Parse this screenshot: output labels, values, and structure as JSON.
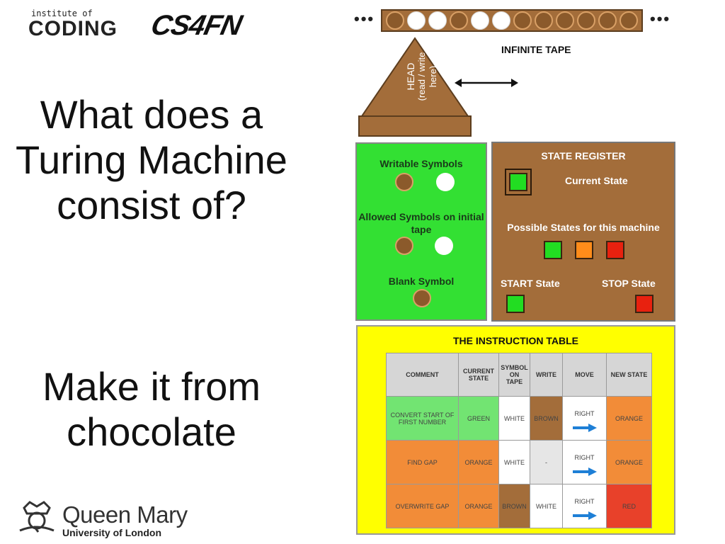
{
  "logos": {
    "ioc_small": "institute of",
    "ioc_big": "CODING",
    "cs4fn": "CS4FN",
    "qm_name": "Queen Mary",
    "qm_sub": "University of London",
    "qm_icon": "crown-icon"
  },
  "slide": {
    "question": "What does a Turing Machine consist of?",
    "answer": "Make it from chocolate"
  },
  "tape": {
    "label": "INFINITE TAPE",
    "ellipsis_left": "•••",
    "ellipsis_right": "•••",
    "cells": [
      "brown",
      "white",
      "white",
      "brown",
      "white",
      "white",
      "brown",
      "brown",
      "brown",
      "brown",
      "brown",
      "brown"
    ]
  },
  "head": {
    "label": "HEAD",
    "sub": "(read / write here)"
  },
  "symbols": {
    "writable": "Writable Symbols",
    "allowed": "Allowed Symbols on initial tape",
    "blank": "Blank Symbol"
  },
  "state_register": {
    "title": "STATE REGISTER",
    "current": "Current State",
    "possible": "Possible States for this machine",
    "start": "START State",
    "stop": "STOP State"
  },
  "colors": {
    "green": "#22dd22",
    "orange": "#ff8c1a",
    "red": "#e8210f",
    "brown": "#a36d3a",
    "yellow": "#ffff00"
  },
  "instruction_table": {
    "title": "THE INSTRUCTION TABLE",
    "headers": [
      "COMMENT",
      "CURRENT STATE",
      "SYMBOL ON TAPE",
      "WRITE",
      "MOVE",
      "NEW STATE"
    ],
    "rows": [
      [
        "CONVERT START OF FIRST NUMBER",
        "GREEN",
        "WHITE",
        "BROWN",
        "RIGHT",
        "ORANGE"
      ],
      [
        "FIND GAP",
        "ORANGE",
        "WHITE",
        "-",
        "RIGHT",
        "ORANGE"
      ],
      [
        "OVERWRITE GAP",
        "ORANGE",
        "BROWN",
        "WHITE",
        "RIGHT",
        "RED"
      ]
    ]
  }
}
